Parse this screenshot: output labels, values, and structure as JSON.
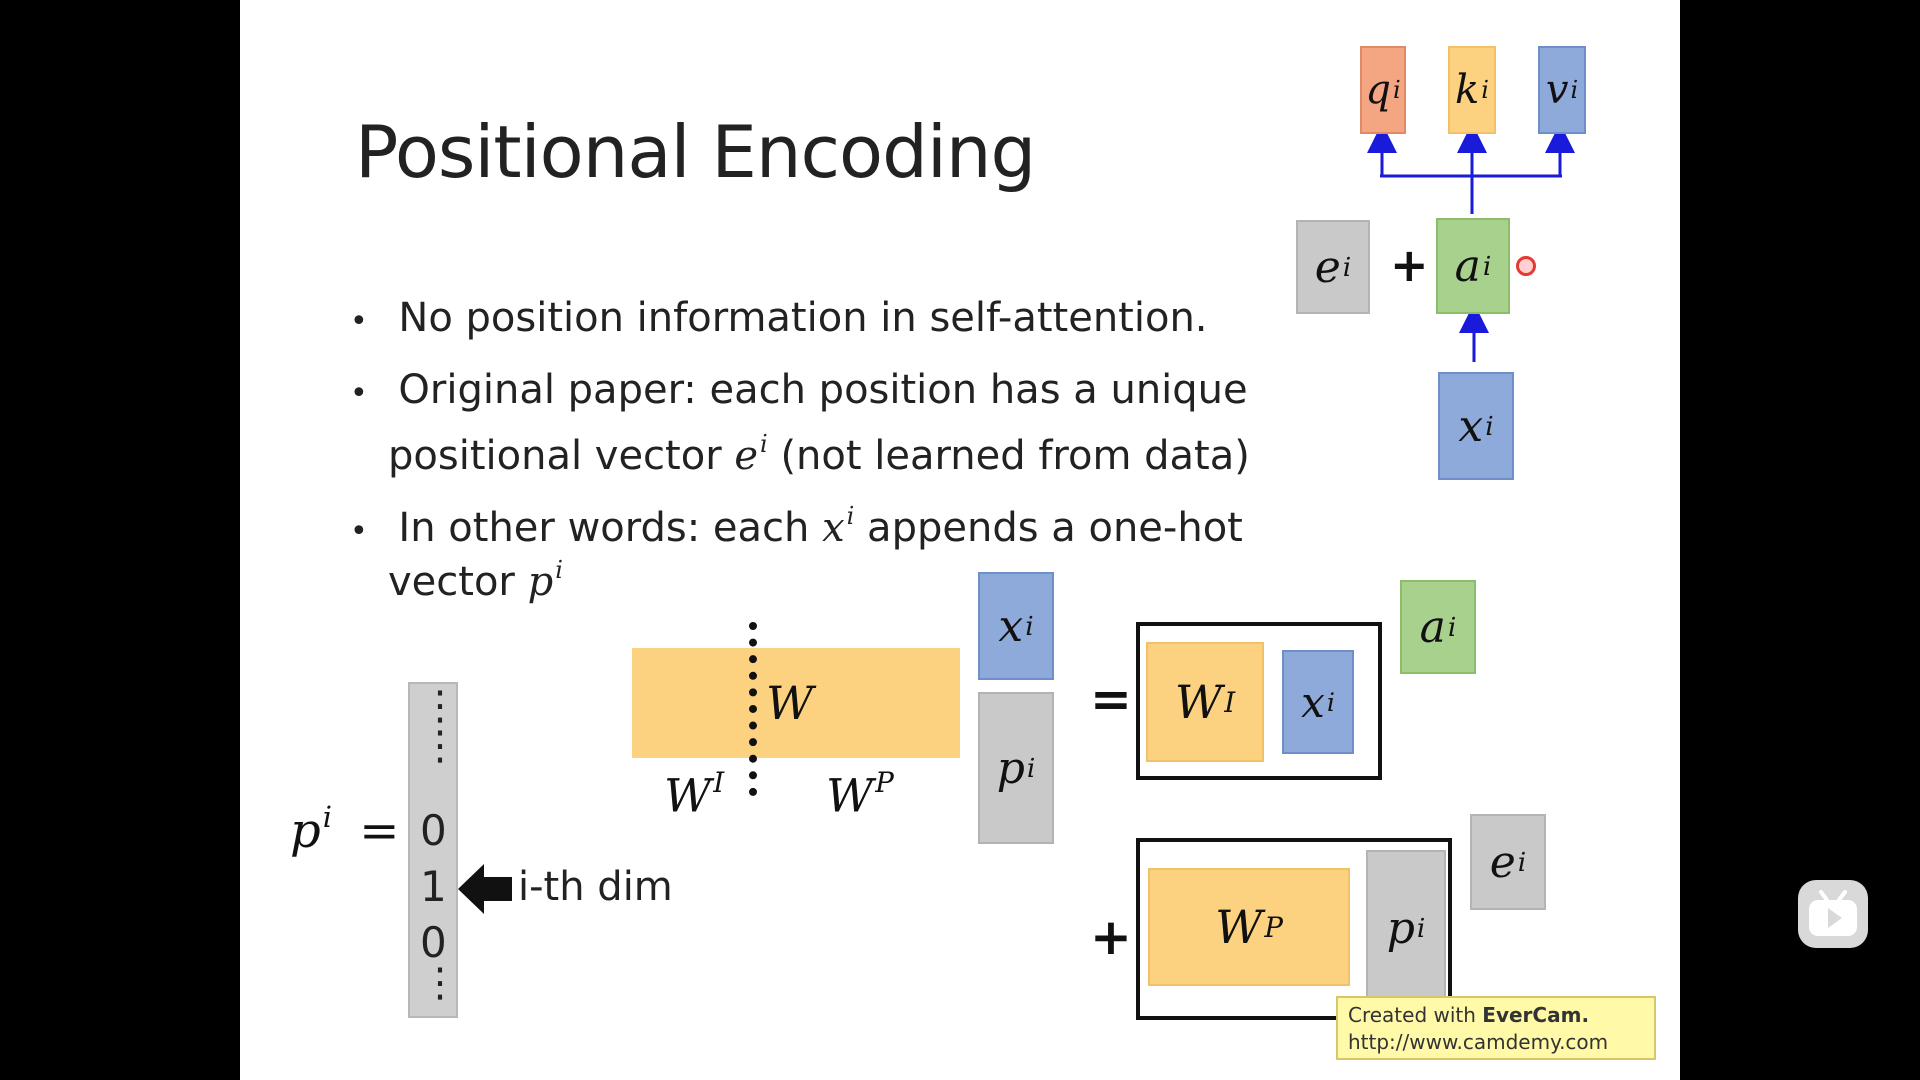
{
  "slide": {
    "title": "Positional Encoding",
    "bullets": [
      {
        "line1": "No position information in self-attention."
      },
      {
        "line1": "Original paper: each position has a unique",
        "line2_prefix": "positional vector ",
        "line2_math": "e",
        "line2_sup": "i",
        "line2_suffix": " (not learned from data)"
      },
      {
        "line1_prefix": "In other words: each ",
        "line1_math": "x",
        "line1_sup": "i",
        "line1_suffix": " appends a one-hot",
        "line2_prefix": "vector ",
        "line2_math": "p",
        "line2_sup": "i"
      }
    ],
    "bullet_char": "•"
  },
  "diagram_top": {
    "q": {
      "base": "q",
      "sup": "i"
    },
    "k": {
      "base": "k",
      "sup": "i"
    },
    "v": {
      "base": "v",
      "sup": "i"
    },
    "e": {
      "base": "e",
      "sup": "i"
    },
    "a": {
      "base": "a",
      "sup": "i"
    },
    "x": {
      "base": "x",
      "sup": "i"
    },
    "plus": "+"
  },
  "diagram_bottom": {
    "W": "W",
    "WI": {
      "base": "W",
      "sup": "I"
    },
    "WP": {
      "base": "W",
      "sup": "P"
    },
    "x": {
      "base": "x",
      "sup": "i"
    },
    "p": {
      "base": "p",
      "sup": "i"
    },
    "equals": "=",
    "plus": "+",
    "box_WI": {
      "base": "W",
      "sup": "I"
    },
    "box_x": {
      "base": "x",
      "sup": "i"
    },
    "box_WP": {
      "base": "W",
      "sup": "P"
    },
    "box_p": {
      "base": "p",
      "sup": "i"
    },
    "a": {
      "base": "a",
      "sup": "i"
    },
    "e": {
      "base": "e",
      "sup": "i"
    }
  },
  "onehot": {
    "lhs_base": "p",
    "lhs_sup": "i",
    "equals": "=",
    "top_dots": "⋮",
    "values": [
      "0",
      "1",
      "0"
    ],
    "bottom_dots": "⋮",
    "arrow_label": "i-th dim"
  },
  "watermark": {
    "line1_prefix": "Created with ",
    "line1_brand": "EverCam.",
    "line2": "http://www.camdemy.com"
  },
  "colors": {
    "orange": "#f4a582",
    "yellow": "#fcd17f",
    "blue": "#8eaadb",
    "green": "#a9d18e",
    "gray": "#c9c9c9",
    "arrow_blue": "#1a1adb",
    "pointer_red": "#e53935"
  },
  "player": {
    "icon": "bilibili-tv-icon"
  }
}
